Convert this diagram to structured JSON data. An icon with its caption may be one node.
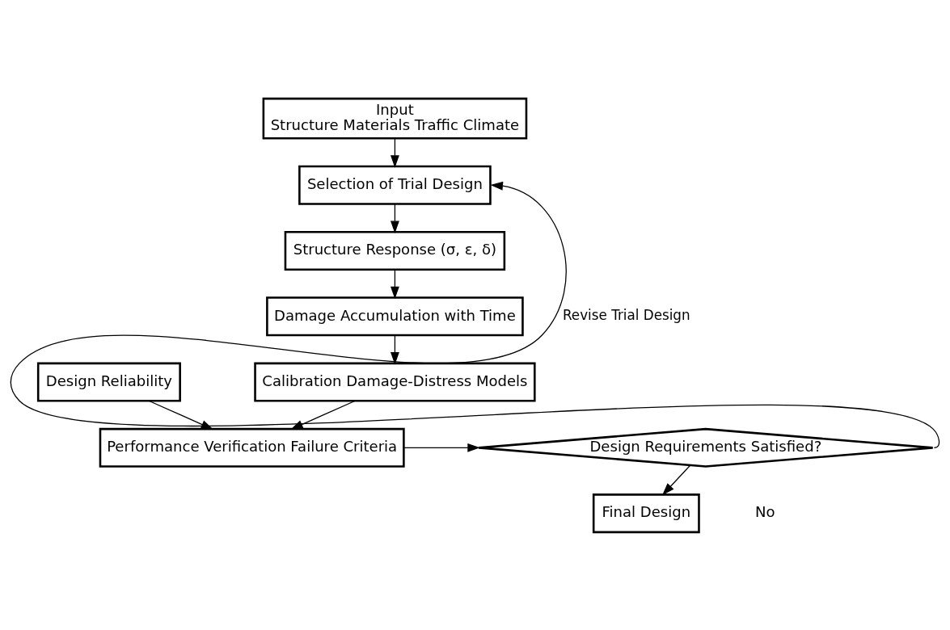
{
  "diagram": {
    "nodes": [
      {
        "text": [
          "Input",
          "Structure Materials Traffic Climate"
        ]
      },
      {
        "text": [
          "Selection of Trial Design"
        ]
      },
      {
        "text": [
          "Structure Response (σ, ε, δ)"
        ]
      },
      {
        "text": [
          "Damage Accumulation with Time"
        ]
      },
      {
        "text": [
          "Calibration Damage-Distress Models"
        ]
      },
      {
        "text": [
          "Design Reliability"
        ]
      },
      {
        "text": [
          "Performance Verification Failure Criteria"
        ]
      },
      {
        "text": [
          "Design Requirements Satisfied?"
        ]
      },
      {
        "text": [
          "Final Design"
        ]
      }
    ],
    "edges": [
      {
        "from": 0,
        "to": 1,
        "arrow": "to"
      },
      {
        "from": 1,
        "to": 2,
        "arrow": "to"
      },
      {
        "from": 2,
        "to": 3,
        "arrow": "to"
      },
      {
        "from": 3,
        "to": 4,
        "arrow": "to"
      },
      {
        "from": 4,
        "to": 6,
        "arrow": "to"
      },
      {
        "from": 5,
        "to": 6,
        "arrow": "to"
      },
      {
        "from": 6,
        "to": 7,
        "arrow": "to"
      },
      {
        "from": 7,
        "to": 8,
        "arrow": "to"
      },
      {
        "from": 7,
        "to": 1,
        "arrow": "to",
        "label": "Revise Trial Design"
      }
    ],
    "labels": [
      "No"
    ]
  }
}
